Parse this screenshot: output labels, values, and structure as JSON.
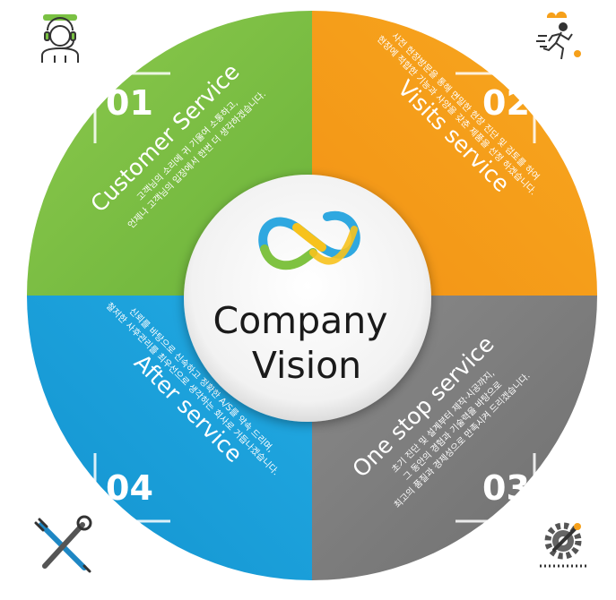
{
  "center": {
    "line1": "Company",
    "line2": "Vision"
  },
  "quadrants": [
    {
      "number": "01",
      "title": "Customer Service",
      "desc_line1": "고객님의 소리에 귀 기울여 소통하고,",
      "desc_line2": "언제나 고객님의 입장에서 한번 더 생각하겠습니다.",
      "color": "#7ac143",
      "icon": "customer-support-headset-icon"
    },
    {
      "number": "02",
      "title": "Visits service",
      "desc_line1": "사전 현장방문을 통해 면밀한 현장 진단 및 검토를 하여",
      "desc_line2": "현장에 적합한 기능과 사양을 갖춘 제품을 선정 하겠습니다.",
      "color": "#f6a01a",
      "icon": "running-person-icon"
    },
    {
      "number": "03",
      "title": "One stop service",
      "desc_line1": "초기 진단 및 설계부터 제작·시공까지,",
      "desc_line2": "그 동안의 경험과 기술력을 바탕으로",
      "desc_line3": "최고의 품질과 경제성으로 만족시켜 드리겠습니다.",
      "color": "#7d7d7d",
      "icon": "gear-wrench-icon"
    },
    {
      "number": "04",
      "title": "After service",
      "desc_line1": "신뢰를 바탕으로 신속하고 정확한 A/S를 약속 드리며,",
      "desc_line2": "철저한 사후관리를 최우선으로 생각하는 회사로 거듭나겠습니다.",
      "color": "#19a2dd",
      "icon": "wrench-screwdriver-icon"
    }
  ],
  "colors": {
    "green": "#7ac143",
    "orange": "#f6a01a",
    "gray": "#7d7d7d",
    "blue": "#19a2dd",
    "logo_blue": "#2fa8e0",
    "logo_yellow": "#f7c21d",
    "logo_green": "#7fc241"
  }
}
